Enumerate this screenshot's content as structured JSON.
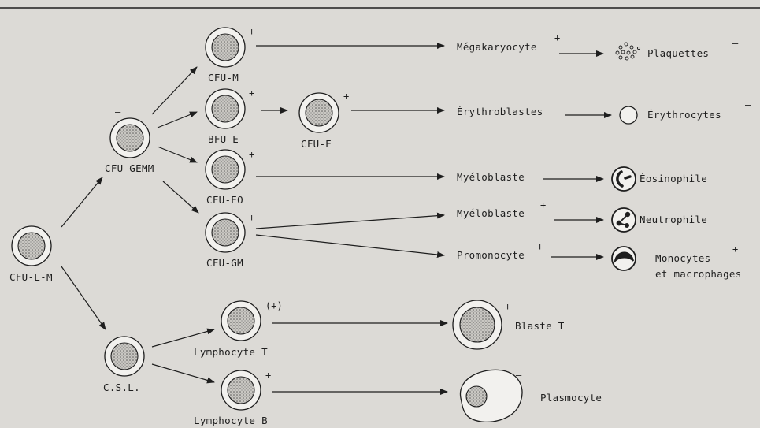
{
  "nodes": {
    "cfu_l_m": {
      "label": "CFU-L-M",
      "sign": ""
    },
    "cfu_gemm": {
      "label": "CFU-GEMM",
      "sign": "–"
    },
    "csl": {
      "label": "C.S.L.",
      "sign": ""
    },
    "cfu_m": {
      "label": "CFU-M",
      "sign": "+"
    },
    "bfu_e": {
      "label": "BFU-E",
      "sign": "+"
    },
    "cfu_e": {
      "label": "CFU-E",
      "sign": "+"
    },
    "cfu_eo": {
      "label": "CFU-EO",
      "sign": "+"
    },
    "cfu_gm": {
      "label": "CFU-GM",
      "sign": "+"
    },
    "lymph_t": {
      "label": "Lymphocyte T",
      "sign": "(+)"
    },
    "lymph_b": {
      "label": "Lymphocyte B",
      "sign": "+"
    },
    "blaste_t": {
      "label": "Blaste T",
      "sign": "+"
    },
    "plasmocyte": {
      "label": "Plasmocyte",
      "sign": "–"
    }
  },
  "intermediates": {
    "megakaryocyte": {
      "label": "Mégakaryocyte",
      "sign": "+"
    },
    "erythroblastes": {
      "label": "Érythroblastes",
      "sign": ""
    },
    "myeloblaste_eo": {
      "label": "Myéloblaste",
      "sign": ""
    },
    "myeloblaste_n": {
      "label": "Myéloblaste",
      "sign": "+"
    },
    "promonocyte": {
      "label": "Promonocyte",
      "sign": "+"
    }
  },
  "finals": {
    "plaquettes": {
      "label": "Plaquettes",
      "sign": "–"
    },
    "erythrocytes": {
      "label": "Érythrocytes",
      "sign": "–"
    },
    "eosinophile": {
      "label": "Éosinophile",
      "sign": "–"
    },
    "neutrophile": {
      "label": "Neutrophile",
      "sign": "–"
    },
    "monocytes_1": {
      "label": "Monocytes",
      "sign": "+"
    },
    "monocytes_2": {
      "label": "et macrophages"
    }
  }
}
